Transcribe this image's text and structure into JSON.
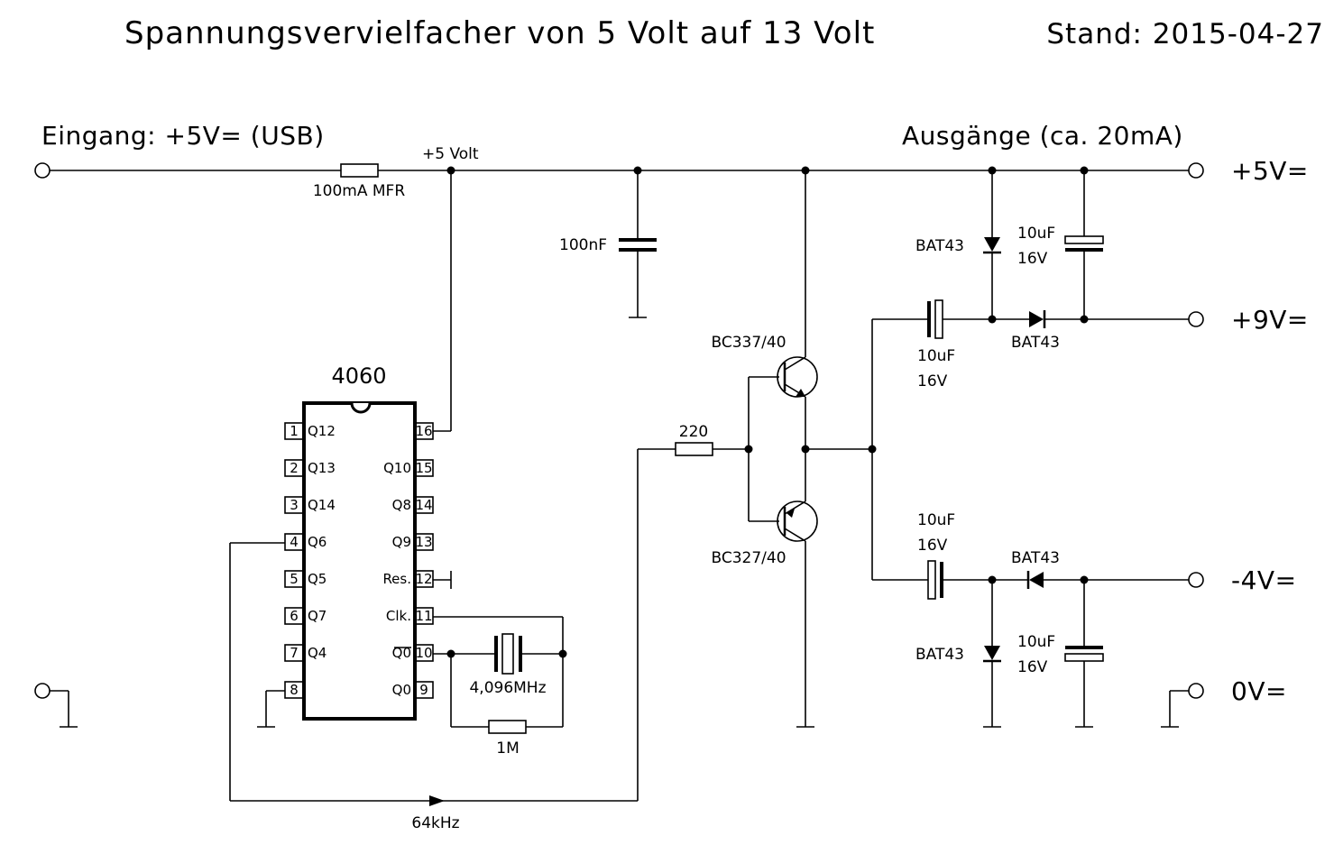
{
  "title": "Spannungsvervielfacher von 5 Volt auf 13 Volt",
  "date": "Stand: 2015-04-27",
  "input_label": "Eingang: +5V= (USB)",
  "outputs_label": "Ausgänge (ca. 20mA)",
  "net_5v": "+5 Volt",
  "fuse": "100mA MFR",
  "cap_100n": "100nF",
  "ic": {
    "name": "4060",
    "left_pins": [
      {
        "num": "1",
        "name": "Q12"
      },
      {
        "num": "2",
        "name": "Q13"
      },
      {
        "num": "3",
        "name": "Q14"
      },
      {
        "num": "4",
        "name": "Q6"
      },
      {
        "num": "5",
        "name": "Q5"
      },
      {
        "num": "6",
        "name": "Q7"
      },
      {
        "num": "7",
        "name": "Q4"
      },
      {
        "num": "8",
        "name": ""
      }
    ],
    "right_pins": [
      {
        "num": "16",
        "name": ""
      },
      {
        "num": "15",
        "name": "Q10"
      },
      {
        "num": "14",
        "name": "Q8"
      },
      {
        "num": "13",
        "name": "Q9"
      },
      {
        "num": "12",
        "name": "Res."
      },
      {
        "num": "11",
        "name": "Clk."
      },
      {
        "num": "10",
        "name": "Q0"
      },
      {
        "num": "9",
        "name": "Q0"
      }
    ]
  },
  "crystal": "4,096MHz",
  "resistor_1m": "1M",
  "resistor_220": "220",
  "freq": "64kHz",
  "npn": "BC337/40",
  "pnp": "BC327/40",
  "diode": "BAT43",
  "cap_value": "10uF",
  "cap_voltage": "16V",
  "out_5v": "+5V=",
  "out_9v": "+9V=",
  "out_m4v": "-4V=",
  "out_0v": "0V="
}
